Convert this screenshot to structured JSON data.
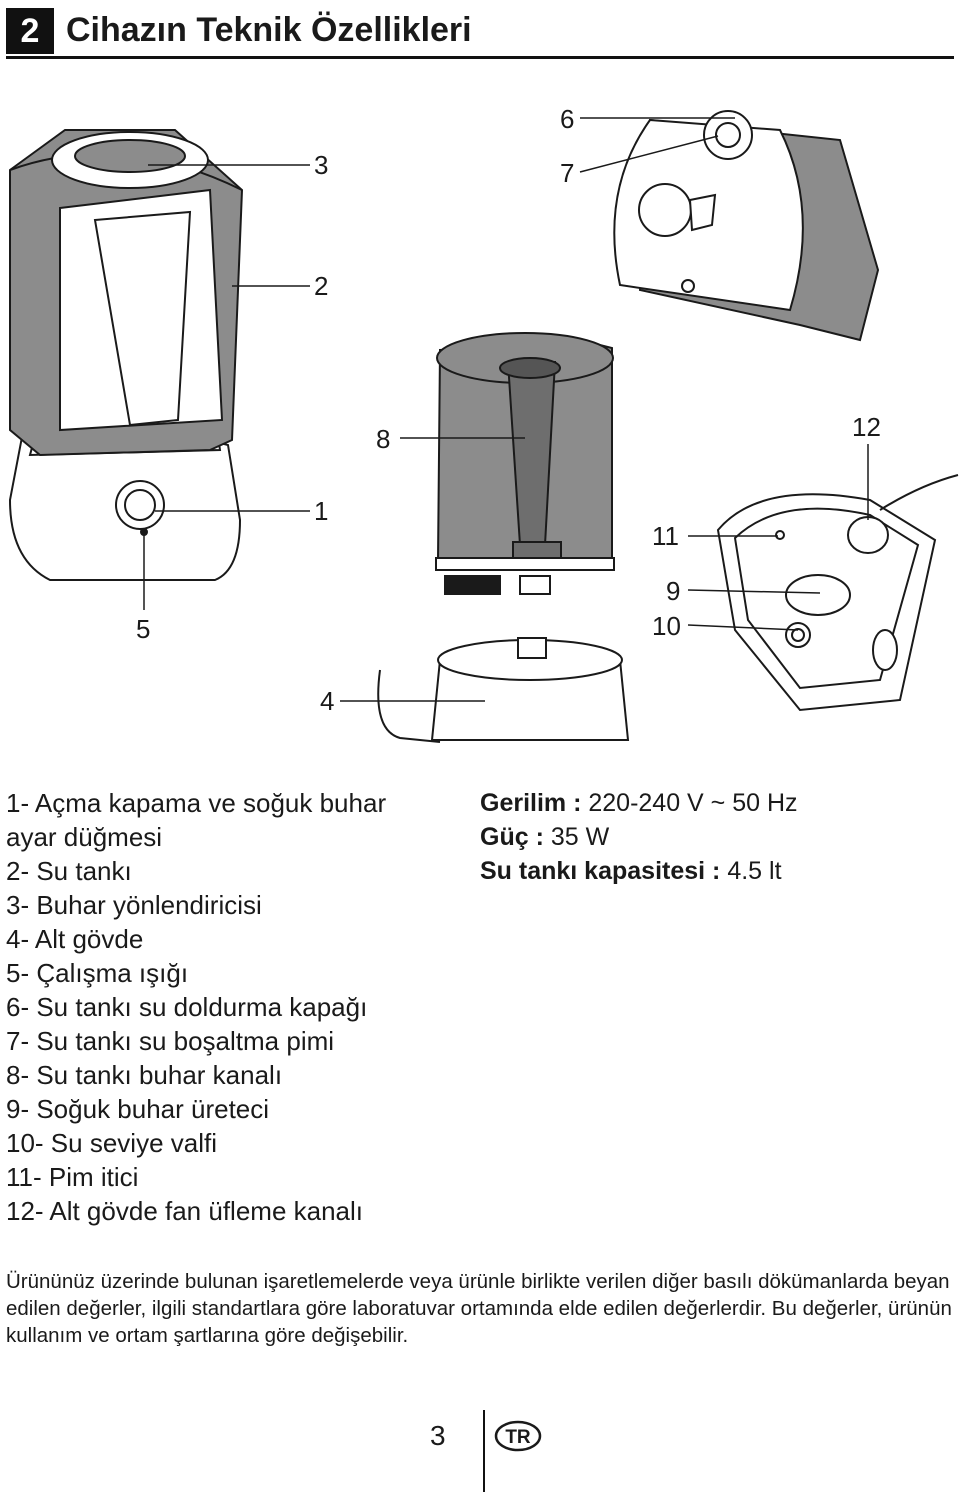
{
  "section": {
    "number": "2",
    "title": "Cihazın Teknik Özellikleri"
  },
  "callouts": [
    "1",
    "2",
    "3",
    "4",
    "5",
    "6",
    "7",
    "8",
    "9",
    "10",
    "11",
    "12"
  ],
  "parts": [
    "1- Açma kapama ve soğuk buhar",
    "ayar düğmesi",
    "2- Su tankı",
    "3- Buhar yönlendiricisi",
    "4- Alt gövde",
    "5- Çalışma ışığı",
    "6- Su tankı su doldurma kapağı",
    "7- Su tankı su boşaltma pimi",
    "8- Su tankı buhar kanalı",
    "9- Soğuk buhar üreteci",
    "10- Su seviye valfi",
    "11- Pim itici",
    "12- Alt gövde fan üfleme kanalı"
  ],
  "specs": {
    "voltage_label": "Gerilim :",
    "voltage_value": " 220-240 V ~ 50 Hz",
    "power_label": "Güç :",
    "power_value": " 35 W",
    "capacity_label": "Su tankı kapasitesi  :",
    "capacity_value": " 4.5 lt"
  },
  "disclaimer": "Ürününüz üzerinde bulunan işaretlemelerde veya ürünle birlikte verilen diğer basılı dökümanlarda beyan edilen değerler, ilgili standartlara göre laboratuvar ortamında elde edilen değerlerdir. Bu değerler, ürünün kullanım ve ortam şartlarına göre değişebilir.",
  "footer": {
    "page_number": "3",
    "language": "TR"
  },
  "colors": {
    "ink": "#1a1a1a",
    "tank_gray": "#8c8c8c",
    "white": "#ffffff"
  }
}
